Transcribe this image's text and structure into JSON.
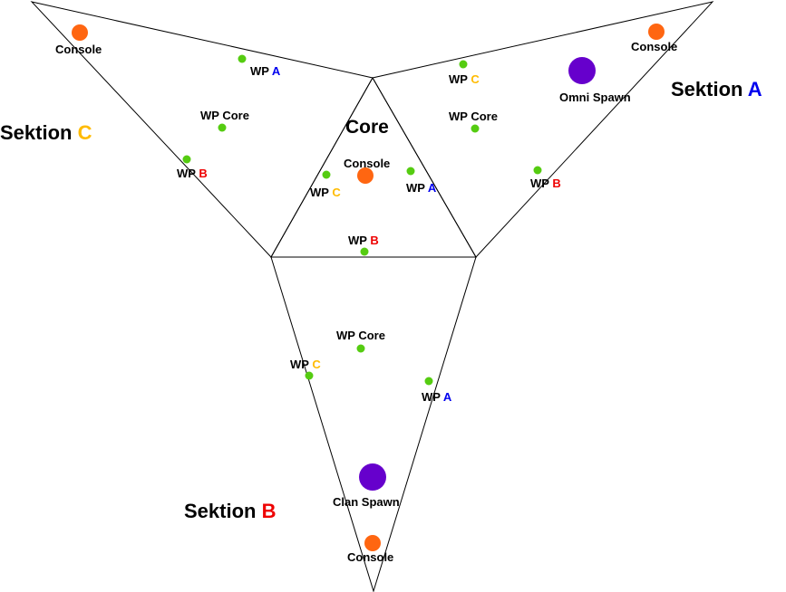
{
  "colors": {
    "a": "#0000ee",
    "b": "#ee0000",
    "c": "#ffbb00",
    "waypoint": "#55cc11",
    "console": "#ff6611",
    "spawn": "#6600cc",
    "line": "#000000"
  },
  "icons": {
    "waypoint": "waypoint-dot",
    "console": "console-dot",
    "spawn": "spawn-dot"
  },
  "text": {
    "wp": "WP",
    "a": "A",
    "b": "B",
    "c": "C",
    "core": "Core",
    "wp_core": "WP Core",
    "console": "Console",
    "omni_spawn": "Omni Spawn",
    "clan_spawn": "Clan Spawn",
    "sektion": "Sektion",
    "core_title": "Core"
  }
}
